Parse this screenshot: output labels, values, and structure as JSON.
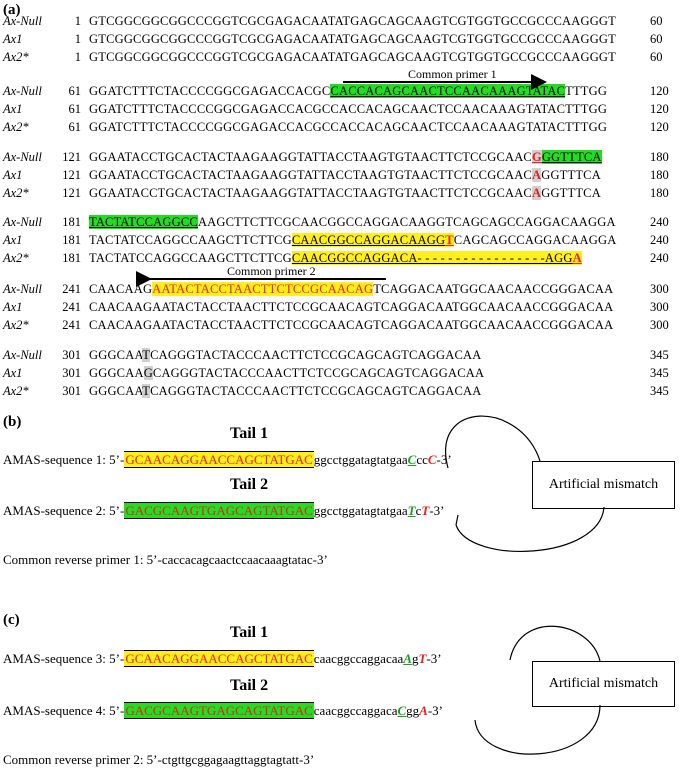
{
  "panel_a": {
    "label": "(a)",
    "blocks": [
      {
        "rows": [
          {
            "name": "Ax-Null",
            "start": "1",
            "end": "60",
            "segments": [
              {
                "t": "GTCGGCGGCGGCCCGGTCGCGAGACAATATGAGCAGCAAGTCGTGGTGCCGCCCAAGGGT"
              }
            ]
          },
          {
            "name": "Ax1",
            "start": "1",
            "end": "60",
            "segments": [
              {
                "t": "GTCGGCGGCGGCCCGGTCGCGAGACAATATGAGCAGCAAGTCGTGGTGCCGCCCAAGGGT"
              }
            ]
          },
          {
            "name": "Ax2*",
            "start": "1",
            "end": "60",
            "segments": [
              {
                "t": "GTCGGCGGCGGCCCGGTCGCGAGACAATATGAGCAGCAAGTCGTGGTGCCGCCCAAGGGT"
              }
            ]
          }
        ]
      },
      {
        "primer_label": "Common primer 1",
        "rows": [
          {
            "name": "Ax-Null",
            "start": "61",
            "end": "120",
            "segments": [
              {
                "t": "GGATCTTTCTACCCCGGCGAGACCACGC"
              },
              {
                "t": "CACCACAGCAACTCCAACAAAGTATAC",
                "c": "hl-g ul"
              },
              {
                "t": "TTTGG"
              }
            ]
          },
          {
            "name": "Ax1",
            "start": "61",
            "end": "120",
            "segments": [
              {
                "t": "GGATCTTTCTACCCCGGCGAGACCACGCCACCACAGCAACTCCAACAAAGTATACTTTGG"
              }
            ]
          },
          {
            "name": "Ax2*",
            "start": "61",
            "end": "120",
            "segments": [
              {
                "t": "GGATCTTTCTACCCCGGCGAGACCACGCCACCACAGCAACTCCAACAAAGTATACTTTGG"
              }
            ]
          }
        ]
      },
      {
        "rows": [
          {
            "name": "Ax-Null",
            "start": "121",
            "end": "180",
            "segments": [
              {
                "t": "GGAATACCTGCACTACTAAGAAGGTATTACCTAAGTGTAACTTCTCCGCAAC"
              },
              {
                "t": "G",
                "c": "red bold ul gray"
              },
              {
                "t": "GGTTTCA",
                "c": "hl-g ul"
              }
            ]
          },
          {
            "name": "Ax1",
            "start": "121",
            "end": "180",
            "segments": [
              {
                "t": "GGAATACCTGCACTACTAAGAAGGTATTACCTAAGTGTAACTTCTCCGCAAC"
              },
              {
                "t": "A",
                "c": "red bold gray"
              },
              {
                "t": "GGTTTCA"
              }
            ]
          },
          {
            "name": "Ax2*",
            "start": "121",
            "end": "180",
            "segments": [
              {
                "t": "GGAATACCTGCACTACTAAGAAGGTATTACCTAAGTGTAACTTCTCCGCAAC"
              },
              {
                "t": "A",
                "c": "red bold gray"
              },
              {
                "t": "GGTTTCA"
              }
            ]
          }
        ]
      },
      {
        "rows": [
          {
            "name": "Ax-Null",
            "start": "181",
            "end": "240",
            "segments": [
              {
                "t": "TACTATCCAGGCC",
                "c": "hl-g ul"
              },
              {
                "t": "AAGCTTCTTCGCAACGGCCAGGACAAGGTCAGCAGCCAGGACAAGGA"
              }
            ]
          },
          {
            "name": "Ax1",
            "start": "181",
            "end": "240",
            "segments": [
              {
                "t": "TACTATCCAGGCCAAGCTTCTTCG"
              },
              {
                "t": "CAACGGCCAGGACAAGG",
                "c": "hl-y ul"
              },
              {
                "t": "T",
                "c": "hl-y ul red bold"
              },
              {
                "t": "CAGCAGCCAGGACAAGGA"
              }
            ]
          },
          {
            "name": "Ax2*",
            "start": "181",
            "end": "240",
            "segments": [
              {
                "t": "TACTATCCAGGCCAAGCTTCTTCG"
              },
              {
                "t": "CAACGGCCAGGACA- - - - - - - - - - - - - - - - -AGG",
                "c": "hl-y ul"
              },
              {
                "t": "A",
                "c": "hl-y ul red bold"
              }
            ]
          }
        ]
      },
      {
        "primer_label": "Common primer 2",
        "rows": [
          {
            "name": "Ax-Null",
            "start": "241",
            "end": "300",
            "segments": [
              {
                "t": "CAACAAG"
              },
              {
                "t": "AATACTACCTAACTTCTCCGCAACAG",
                "c": "hl-y red"
              },
              {
                "t": "TCAGGACAATGGCAACAACCGGGACAA"
              }
            ]
          },
          {
            "name": "Ax1",
            "start": "241",
            "end": "300",
            "segments": [
              {
                "t": "CAACAAGAATACTACCTAACTTCTCCGCAACAGTCAGGACAATGGCAACAACCGGGACAA"
              }
            ]
          },
          {
            "name": "Ax2*",
            "start": "241",
            "end": "300",
            "segments": [
              {
                "t": "CAACAAGAATACTACCTAACTTCTCCGCAACAGTCAGGACAATGGCAACAACCGGGACAA"
              }
            ]
          }
        ]
      },
      {
        "rows": [
          {
            "name": "Ax-Null",
            "start": "301",
            "end": "345",
            "segments": [
              {
                "t": "GGGCAA"
              },
              {
                "t": "T",
                "c": "gray"
              },
              {
                "t": "CAGGGTACTACCCAACTTCTCCGCAGCAGTCAGGACAA"
              }
            ]
          },
          {
            "name": "Ax1",
            "start": "301",
            "end": "345",
            "segments": [
              {
                "t": "GGGCAA"
              },
              {
                "t": "G",
                "c": "gray"
              },
              {
                "t": "CAGGGTACTACCCAACTTCTCCGCAGCAGTCAGGACAA"
              }
            ]
          },
          {
            "name": "Ax2*",
            "start": "301",
            "end": "345",
            "segments": [
              {
                "t": "GGGCAA"
              },
              {
                "t": "T",
                "c": "gray"
              },
              {
                "t": "CAGGGTACTACCCAACTTCTCCGCAGCAGTCAGGACAA"
              }
            ]
          }
        ]
      }
    ]
  },
  "panel_b": {
    "label": "(b)",
    "tail1_label": "Tail 1",
    "tail2_label": "Tail 2",
    "seq1": {
      "prefix": "AMAS-sequence 1: 5’-",
      "tail": "GCAACAGGAACCAGCTATGAC",
      "body": "ggcctggatagtatgaa",
      "mm1": "C",
      "mid": "cc",
      "mm2": "C",
      "suffix": "-3’"
    },
    "seq2": {
      "prefix": "AMAS-sequence 2: 5’-",
      "tail": "GACGCAAGTGAGCAGTATGAC",
      "body": "ggcctggatagtatgaa",
      "mm1": "T",
      "mid": "c",
      "mm2": "T",
      "suffix": "-3’"
    },
    "mismatch_label": "Artificial mismatch",
    "reverse_primer": "Common reverse primer 1: 5’-caccacagcaactccaacaaagtatac-3’"
  },
  "panel_c": {
    "label": "(c)",
    "tail1_label": "Tail 1",
    "tail2_label": "Tail 2",
    "seq3": {
      "prefix": "AMAS-sequence 3: 5’-",
      "tail": "GCAACAGGAACCAGCTATGAC",
      "body": "caacggccaggacaa",
      "mm1": "A",
      "mid": "g",
      "mm2": "T",
      "suffix": "-3’"
    },
    "seq4": {
      "prefix": "AMAS-sequence 4: 5’-",
      "tail": "GACGCAAGTGAGCAGTATGAC",
      "body": "caacggccaggaca",
      "mm1": "C",
      "mid": "gg",
      "mm2": "A",
      "suffix": "-3’"
    },
    "mismatch_label": "Artificial mismatch",
    "reverse_primer": "Common reverse primer 2: 5’-ctgttgcggagaagttaggtagtatt-3’"
  }
}
